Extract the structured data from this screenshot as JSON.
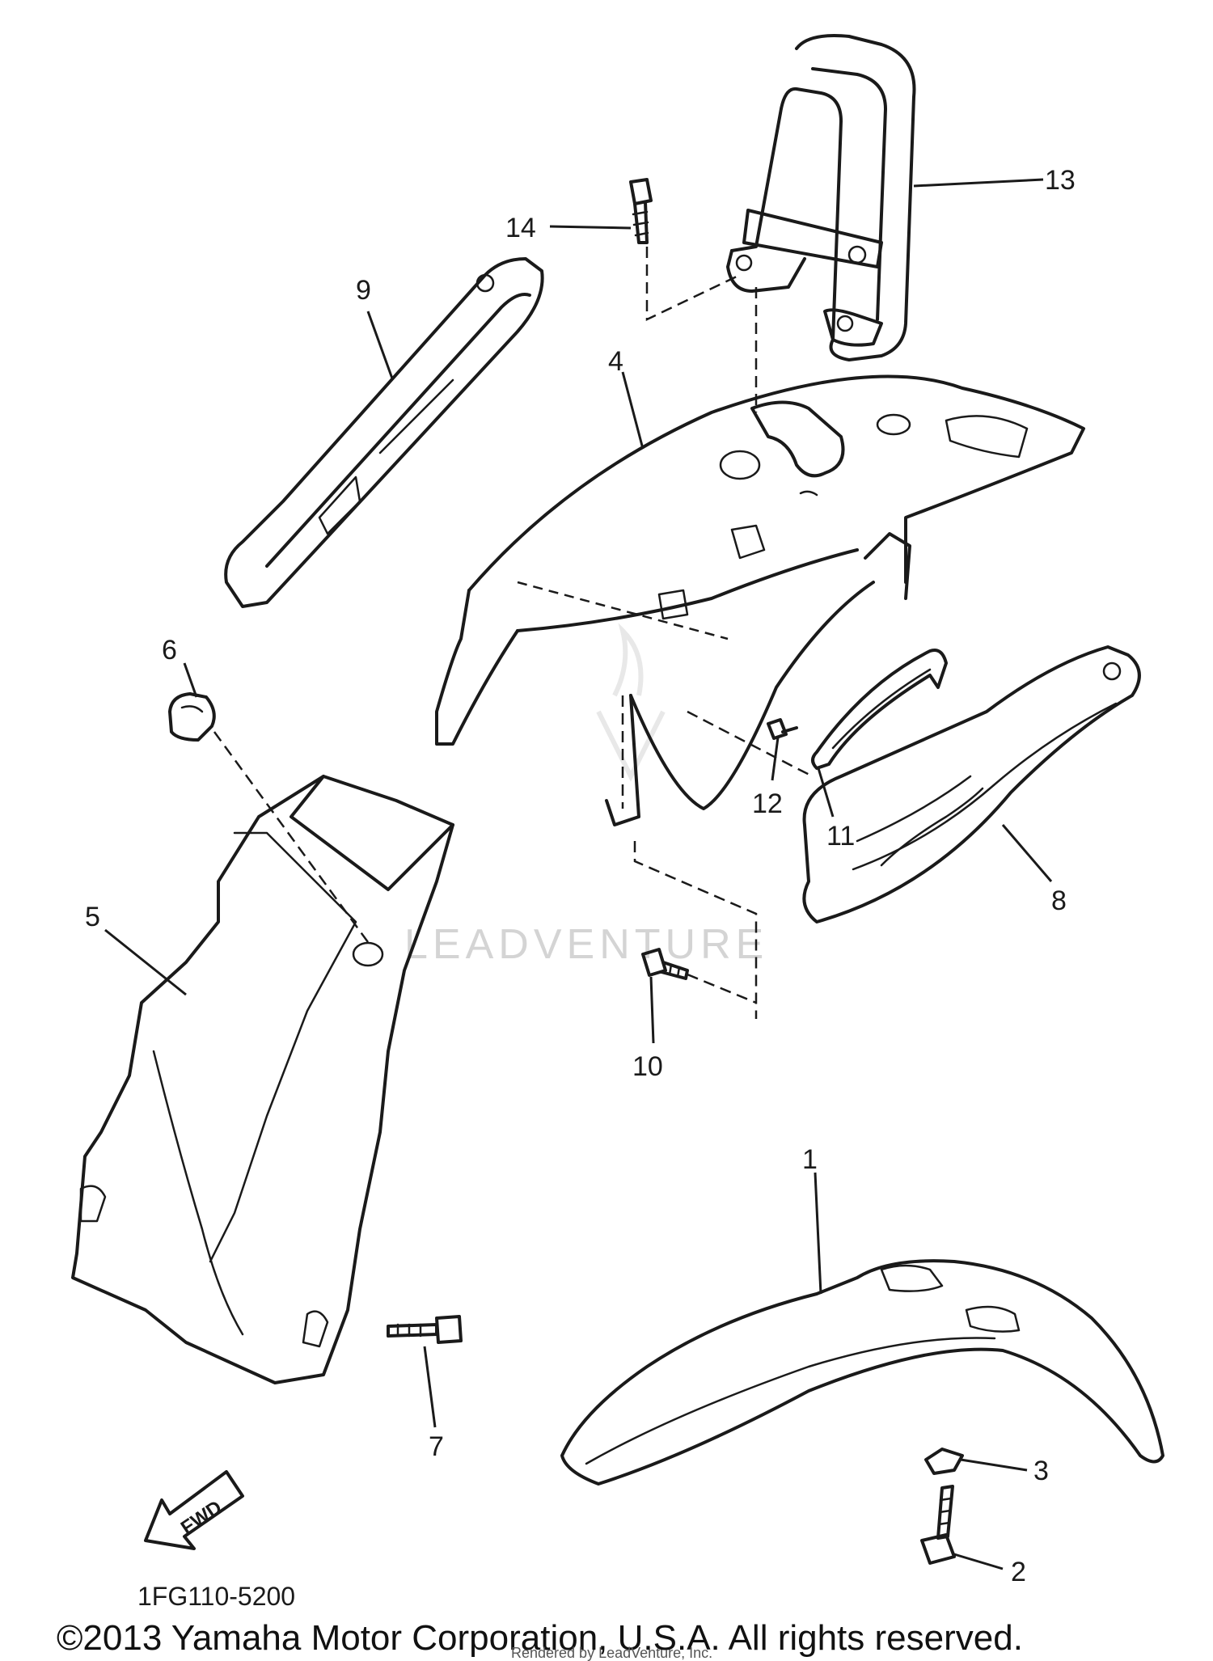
{
  "callouts": {
    "c1": "1",
    "c2": "2",
    "c3": "3",
    "c4": "4",
    "c5": "5",
    "c6": "6",
    "c7": "7",
    "c8": "8",
    "c9": "9",
    "c10": "10",
    "c11": "11",
    "c12": "12",
    "c13": "13",
    "c14": "14"
  },
  "fwd_label": "FWD",
  "diagram_code": "1FG110-5200",
  "watermark": "LEADVENTURE",
  "copyright": "©2013 Yamaha Motor Corporation, U.S.A. All rights reserved.",
  "rendered_by": "Rendered by LeadVenture, Inc."
}
